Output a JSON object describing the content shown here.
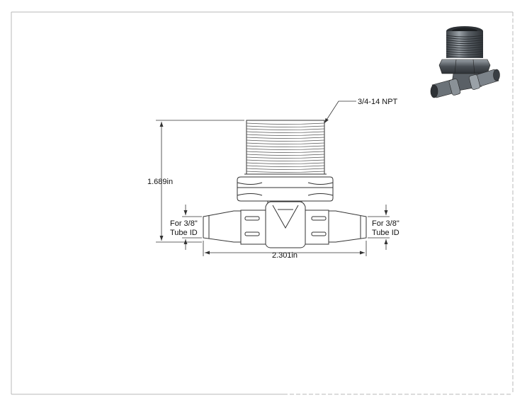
{
  "drawing": {
    "thread_callout": "3/4-14 NPT",
    "height_dim": "1.689in",
    "width_dim": "2.301in",
    "left_barb": {
      "line1": "For 3/8\"",
      "line2": "Tube ID"
    },
    "right_barb": {
      "line1": "For 3/8\"",
      "line2": "Tube ID"
    }
  },
  "colors": {
    "line": "#333333",
    "frame": "#b8b8b8",
    "part_fill": "#ffffff",
    "iso_dark": "#4a4f55",
    "iso_mid": "#7c838a",
    "iso_light": "#c4c9cd"
  }
}
